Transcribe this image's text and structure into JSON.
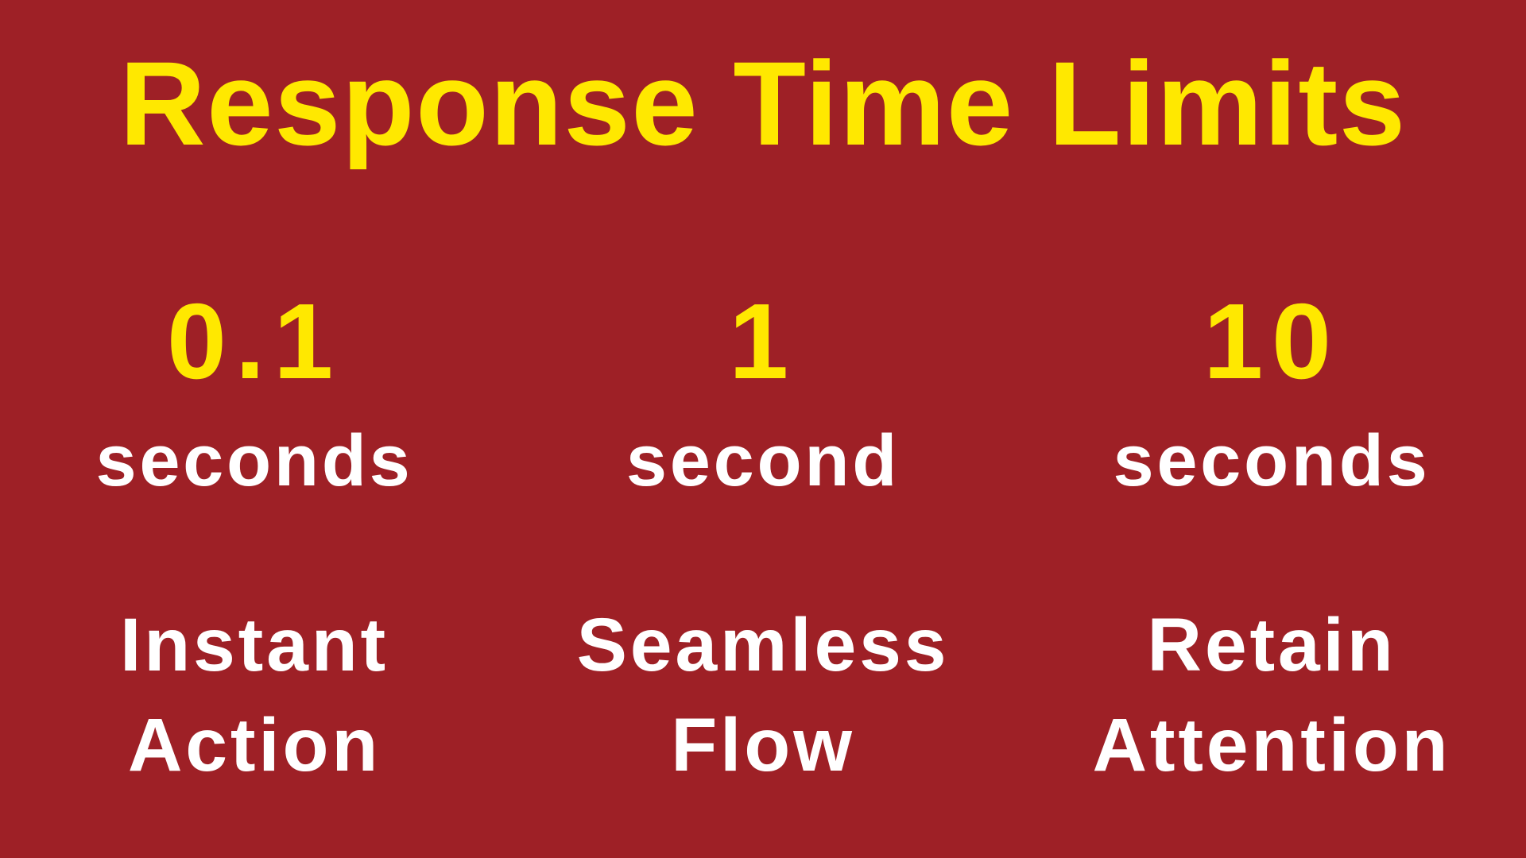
{
  "colors": {
    "background": "#9E2026",
    "accent_yellow": "#FFE800",
    "text_white": "#FFFFFF"
  },
  "title": "Response Time Limits",
  "columns": [
    {
      "value": "0.1",
      "unit": "seconds",
      "label_line1": "Instant",
      "label_line2": "Action"
    },
    {
      "value": "1",
      "unit": "second",
      "label_line1": "Seamless",
      "label_line2": "Flow"
    },
    {
      "value": "10",
      "unit": "seconds",
      "label_line1": "Retain",
      "label_line2": "Attention"
    }
  ]
}
